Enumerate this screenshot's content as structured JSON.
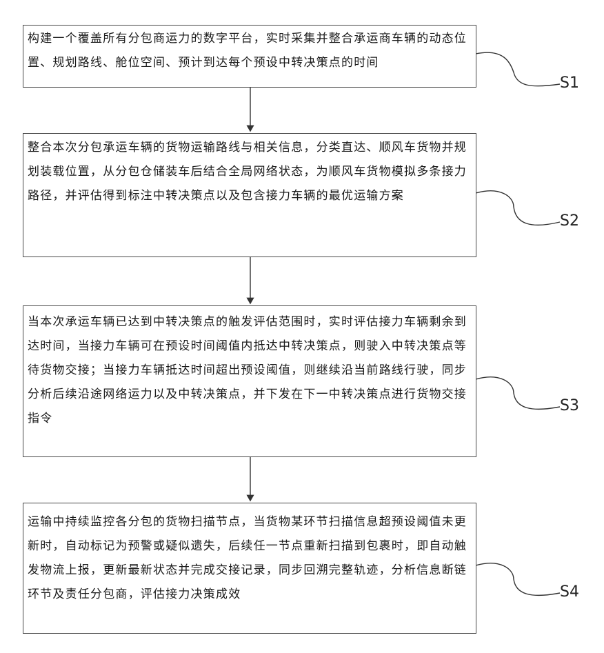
{
  "steps": [
    {
      "id": "S1",
      "text": "构建一个覆盖所有分包商运力的数字平台，实时采集并整合承运商车辆的动态位置、规划路线、舱位空间、预计到达每个预设中转决策点的时间"
    },
    {
      "id": "S2",
      "text": "整合本次分包承运车辆的货物运输路线与相关信息，分类直达、顺风车货物并规划装载位置，从分包仓储装车后结合全局网络状态，为顺风车货物模拟多条接力路径，并评估得到标注中转决策点以及包含接力车辆的最优运输方案"
    },
    {
      "id": "S3",
      "text": "当本次承运车辆已达到中转决策点的触发评估范围时，实时评估接力车辆剩余到达时间，当接力车辆可在预设时间阈值内抵达中转决策点，则驶入中转决策点等待货物交接；当接力车辆抵达时间超出预设阈值，则继续沿当前路线行驶，同步分析后续沿途网络运力以及中转决策点，并下发在下一中转决策点进行货物交接指令"
    },
    {
      "id": "S4",
      "text": "运输中持续监控各分包的货物扫描节点，当货物某环节扫描信息超预设阈值未更新时，自动标记为预警或疑似遗失，后续任一节点重新扫描到包裹时，即自动触发物流上报，更新最新状态并完成交接记录，同步回溯完整轨迹，分析信息断链环节及责任分包商，评估接力决策成效"
    }
  ]
}
